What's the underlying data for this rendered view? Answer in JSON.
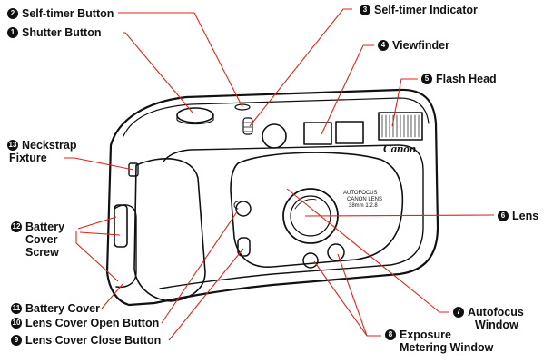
{
  "colors": {
    "leader": "#e2231a",
    "ink": "#111111",
    "paper": "#ffffff"
  },
  "brand": "Canon",
  "lens_text": {
    "line1": "AUTOFOCUS",
    "line2": "CANON LENS",
    "line3": "38mm 1:2.8"
  },
  "labels": {
    "self_timer_button": {
      "num": "2",
      "text": "Self-timer Button"
    },
    "shutter_button": {
      "num": "1",
      "text": "Shutter Button"
    },
    "self_timer_indicator": {
      "num": "3",
      "text": "Self-timer Indicator"
    },
    "viewfinder": {
      "num": "4",
      "text": "Viewfinder"
    },
    "flash_head": {
      "num": "5",
      "text": "Flash Head"
    },
    "neckstrap": {
      "num": "13",
      "line1": "Neckstrap",
      "line2": "Fixture"
    },
    "battery_screw": {
      "num": "12",
      "line1": "Battery",
      "line2": "Cover",
      "line3": "Screw"
    },
    "lens": {
      "num": "6",
      "text": "Lens"
    },
    "autofocus_window": {
      "num": "7",
      "line1": "Autofocus",
      "line2": "Window"
    },
    "battery_cover": {
      "num": "11",
      "text": "Battery Cover"
    },
    "lens_open": {
      "num": "10",
      "text": "Lens Cover Open Button"
    },
    "lens_close": {
      "num": "9",
      "text": "Lens Cover Close Button"
    },
    "metering": {
      "num": "8",
      "line1": "Exposure",
      "line2": "Metering Window"
    }
  }
}
